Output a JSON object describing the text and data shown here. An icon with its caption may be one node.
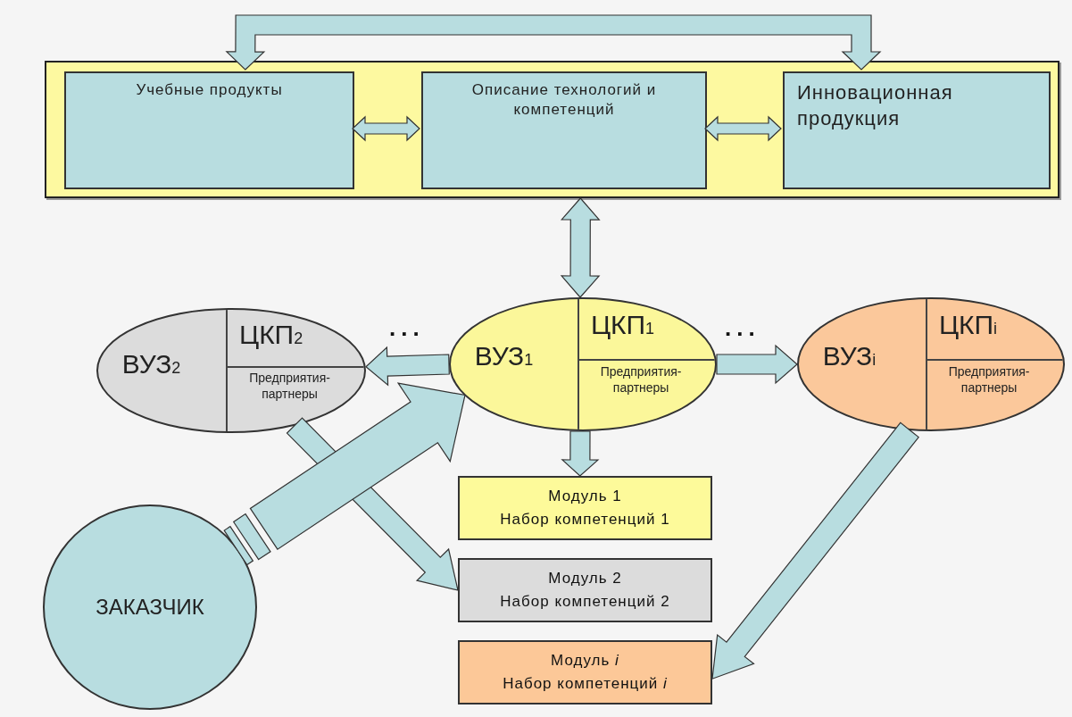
{
  "diagram": {
    "nodes": [
      {
        "text": [],
        "shape": "box"
      },
      {
        "text": [
          "Учебные продукты"
        ],
        "in": 0
      },
      {
        "text": [
          "Описание технологий и компетенций"
        ],
        "in": 0
      },
      {
        "text": [
          "Инновационная продукция"
        ],
        "in": 0
      },
      {
        "text": [
          "ВУЗ$_{2}$",
          "ЦКП$_{2}$",
          "Предприятия-партнеры"
        ]
      },
      {
        "text": [
          "ВУЗ$_{1}$",
          "ЦКП$_{1}$",
          "Предприятия-партнеры"
        ]
      },
      {
        "text": [
          "ВУЗ$_{i}$",
          "ЦКП$_{i}$",
          "Предприятия-партнеры"
        ]
      },
      {
        "text": [
          "Модуль 1",
          "Набор компетенций 1"
        ]
      },
      {
        "text": [
          "Модуль 2",
          "Набор компетенций 2"
        ]
      },
      {
        "text": [
          "Модуль *i*",
          "Набор компетенций *i*"
        ]
      },
      {
        "text": [
          "ЗАКАЗЧИК"
        ]
      }
    ],
    "edges": [
      {
        "from": 1,
        "to": 3,
        "arrow": "both"
      },
      {
        "from": 1,
        "to": 2,
        "arrow": "both"
      },
      {
        "from": 2,
        "to": 3,
        "arrow": "both"
      },
      {
        "from": 0,
        "to": 5,
        "arrow": "both"
      },
      {
        "from": 5,
        "to": 4,
        "arrow": "to"
      },
      {
        "from": 5,
        "to": 6,
        "arrow": "to"
      },
      {
        "from": 5,
        "to": 7,
        "arrow": "to"
      },
      {
        "from": 4,
        "to": 8,
        "arrow": "to"
      },
      {
        "from": 6,
        "to": 9,
        "arrow": "to"
      },
      {
        "from": 10,
        "to": 5,
        "arrow": "to"
      }
    ],
    "labels": [
      "...",
      "..."
    ]
  }
}
